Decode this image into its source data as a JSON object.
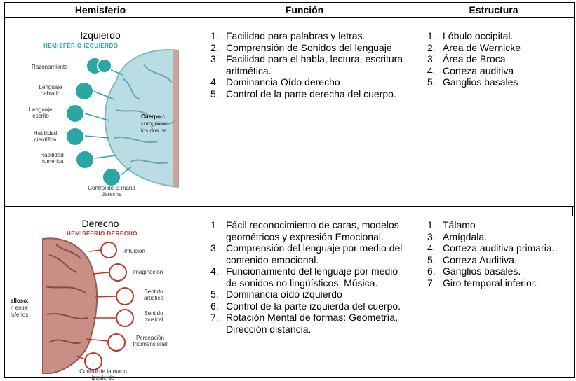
{
  "table": {
    "headers": [
      "Hemisferio",
      "Función",
      "Estructura"
    ]
  },
  "rows": [
    {
      "hemisphere": "Izquierdo",
      "illustration_title": "HEMISFERIO IZQUIERDO",
      "illustration_labels": [
        "Razonamiento",
        "Lenguaje hablado",
        "Lenguaje escrito",
        "Habilidad científica",
        "Habilidad numérica",
        "Control de la mano derecha"
      ],
      "illustration_callout": [
        "Cuerpo c",
        "comunicac",
        "los dos he"
      ],
      "funcion": [
        {
          "n": "1.",
          "t": "Facilidad para palabras  y letras."
        },
        {
          "n": "2.",
          "t": "Comprensión de Sonidos del lenguaje"
        },
        {
          "n": "3.",
          "t": "Facilidad para el habla, lectura, escritura aritmética."
        },
        {
          "n": "4.",
          "t": "Dominancia  Oído derecho"
        },
        {
          "n": "5.",
          "t": "Control de la parte derecha del cuerpo."
        }
      ],
      "estructura": [
        {
          "n": "1.",
          "t": "Lóbulo occipital."
        },
        {
          "n": "2.",
          "t": "Área de Wernicke"
        },
        {
          "n": "3.",
          "t": "Área de Broca"
        },
        {
          "n": "4.",
          "t": "Corteza auditiva"
        },
        {
          "n": "5.",
          "t": "Ganglios basales"
        }
      ]
    },
    {
      "hemisphere": "Derecho",
      "illustration_title": "HEMISFERIO DERECHO",
      "illustration_labels": [
        "Intuición",
        "Imaginación",
        "Sentido artístico",
        "Sentido musical",
        "Percepción tridimensional",
        "Control de la mano izquierda"
      ],
      "illustration_callout": [
        "alloso:",
        "n entre",
        "isferios"
      ],
      "funcion": [
        {
          "n": "1.",
          "t": "Fácil reconocimiento de caras,  modelos geométricos y expresión Emocional."
        },
        {
          "n": "3.",
          "t": "Comprensión del lenguaje  por medio del contenido emocional."
        },
        {
          "n": "4.",
          "t": "Funcionamiento del lenguaje por medio de sonidos no lingüísticos, Música."
        },
        {
          "n": "5.",
          "t": "Dominancia  oído izquierdo"
        },
        {
          "n": "6.",
          "t": "Control de la parte izquierda del cuerpo."
        },
        {
          "n": "7.",
          "t": "Rotación Mental de formas: Geometría, Dirección distancia."
        }
      ],
      "estructura": [
        {
          "n": "1.",
          "t": "Tálamo"
        },
        {
          "n": "3.",
          "t": "Amígdala."
        },
        {
          "n": "4.",
          "t": "Corteza auditiva  primaria."
        },
        {
          "n": "5.",
          "t": "Corteza Auditiva."
        },
        {
          "n": "6.",
          "t": "Ganglios basales."
        },
        {
          "n": "7.",
          "t": "Giro temporal inferior."
        }
      ]
    }
  ],
  "colors": {
    "left_accent": "#2aa7a2",
    "left_brain": "#b9dde3",
    "right_accent": "#c0392b",
    "right_brain": "#c98f86"
  }
}
